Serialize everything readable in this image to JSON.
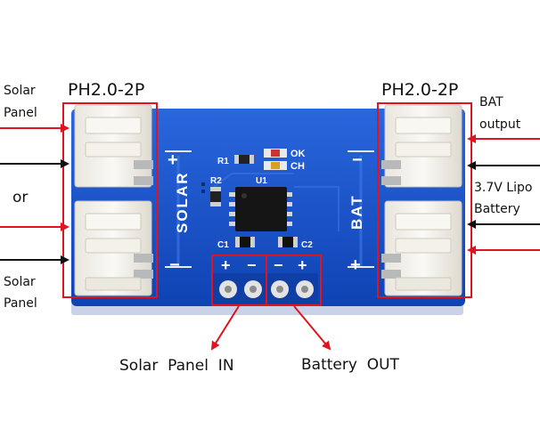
{
  "labels": {
    "left_top_1": "Solar",
    "left_top_2": "Panel",
    "left_or": "or",
    "left_bottom_1": "Solar",
    "left_bottom_2": "Panel",
    "left_connector": "PH2.0-2P",
    "right_connector": "PH2.0-2P",
    "right_top_1": "BAT",
    "right_top_2": "output",
    "right_mid_1": "3.7V Lipo",
    "right_mid_2": "Battery",
    "bottom_left": "Solar  Panel  IN",
    "bottom_right": "Battery  OUT"
  },
  "silkscreen": {
    "solar": "SOLAR",
    "bat": "BAT",
    "r1": "R1",
    "r2": "R2",
    "u1": "U1",
    "c1": "C1",
    "c2": "C2",
    "ok": "OK",
    "ch": "CH",
    "plus": "+",
    "minus": "−"
  },
  "colors": {
    "pcb": "#1550c8",
    "highlight": "#e0141e",
    "connector": "#f1efe9",
    "arrow_black": "#111111",
    "arrow_red": "#e0141e"
  }
}
